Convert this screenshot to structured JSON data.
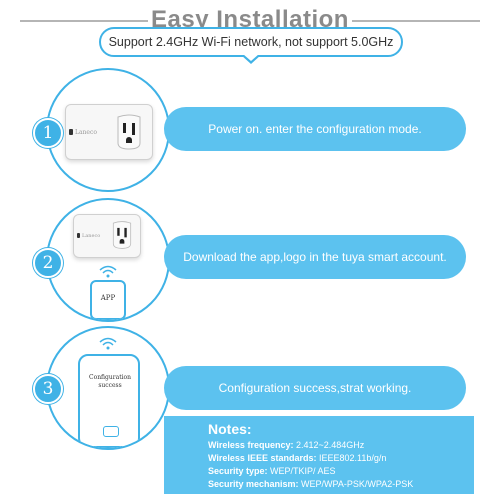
{
  "header": {
    "title": "Easy Installation",
    "subtitle": "Support 2.4GHz Wi-Fi network, not support 5.0GHz"
  },
  "steps": [
    {
      "number": "1",
      "text": "Power on. enter the configuration mode.",
      "brand": "Laneco"
    },
    {
      "number": "2",
      "text": "Download the app,logo in the tuya smart account.",
      "brand": "Laneco",
      "app_label": "APP"
    },
    {
      "number": "3",
      "text": "Configuration success,strat working.",
      "phone_label": "Configuration success"
    }
  ],
  "notes": {
    "title": "Notes:",
    "rows": [
      {
        "label": "Wireless frequency:",
        "value": " 2.412~2.484GHz"
      },
      {
        "label": "Wireless IEEE standards:",
        "value": " IEEE802.11b/g/n"
      },
      {
        "label": "Security type:",
        "value": " WEP/TKIP/ AES"
      },
      {
        "label": "Security mechanism:",
        "value": " WEP/WPA-PSK/WPA2-PSK"
      }
    ]
  },
  "colors": {
    "accent": "#3fb2e6",
    "bar": "#5cc2ef",
    "title": "#8a8a8a"
  }
}
